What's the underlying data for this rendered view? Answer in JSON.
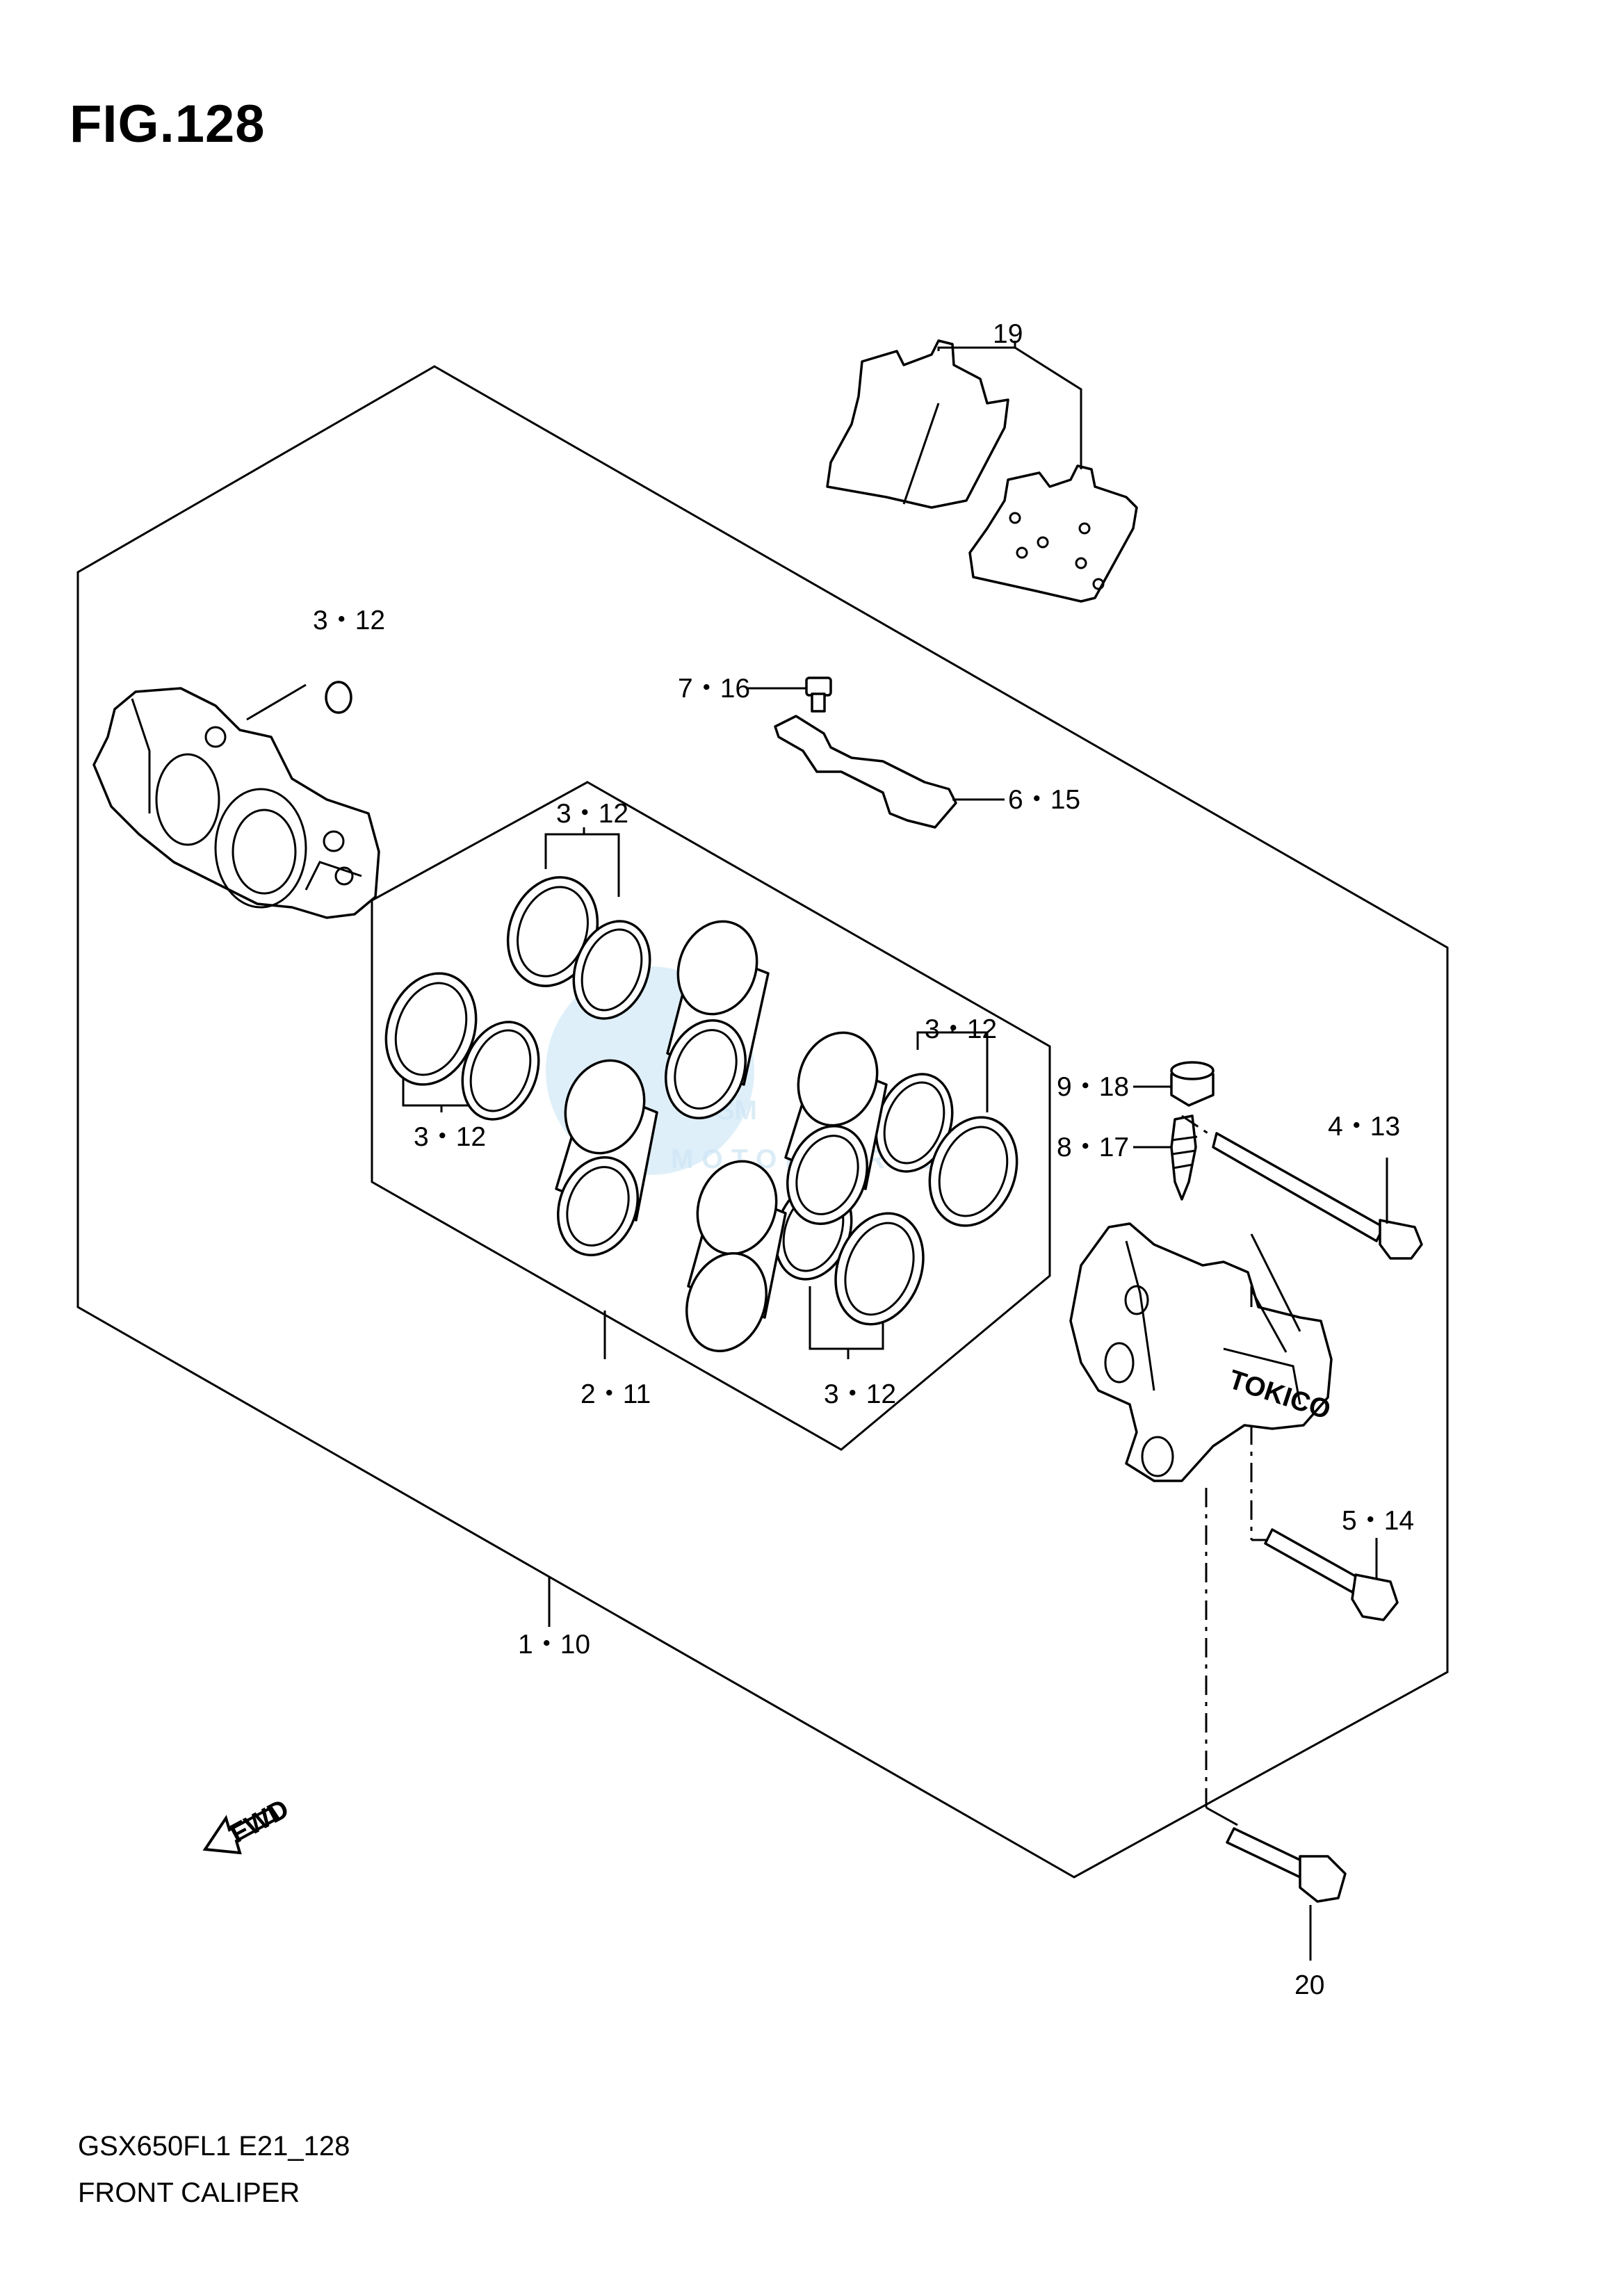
{
  "figure": {
    "title": "FIG.128",
    "model_code": "GSX650FL1 E21_128",
    "caption": "FRONT CALIPER"
  },
  "watermark": {
    "brand": "OSM",
    "sub": "MOTORPARTS",
    "color": "#cfe6f5"
  },
  "callouts": {
    "pads": "19",
    "caliper_left_seal": "3・12",
    "bolt_plate": "7・16",
    "pad_spring": "6・15",
    "seal_top": "3・12",
    "seal_right": "3・12",
    "seal_left": "3・12",
    "piston_set": "2・11",
    "seal_bottom": "3・12",
    "bleeder_cap": "9・18",
    "bleeder_valve": "8・17",
    "pad_pin": "4・13",
    "caliper_bolt": "5・14",
    "caliper_assy": "1・10",
    "mount_bolt": "20"
  },
  "fwd_label": "FWD"
}
